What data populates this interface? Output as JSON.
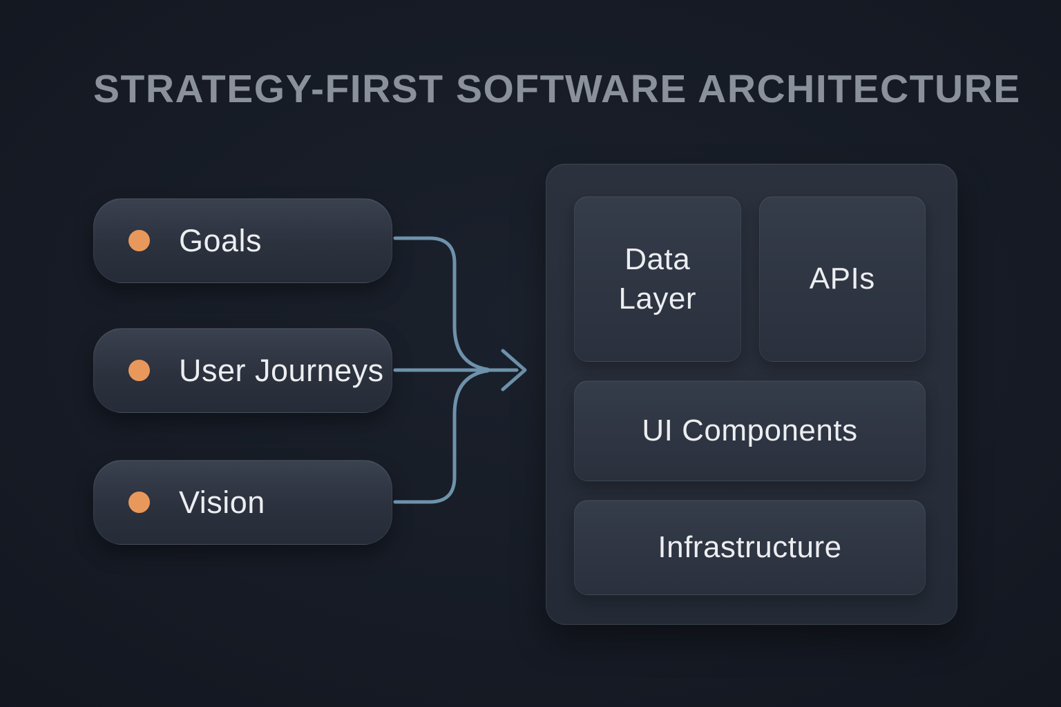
{
  "title": "STRATEGY-FIRST SOFTWARE ARCHITECTURE",
  "strategy_items": [
    {
      "label": "Goals"
    },
    {
      "label": "User Journeys"
    },
    {
      "label": "Vision"
    }
  ],
  "architecture": {
    "boxes": [
      {
        "label": "Data Layer"
      },
      {
        "label": "APIs"
      },
      {
        "label": "UI Components"
      },
      {
        "label": "Infrastructure"
      }
    ]
  },
  "icons": [
    {
      "name": "bullet-dot",
      "shape": "circle"
    },
    {
      "name": "arrow-right",
      "shape": "chevron"
    }
  ],
  "colors": {
    "background": "#161B25",
    "title_text": "#8B919B",
    "label_text": "#ECEEF1",
    "accent_orange": "#E9985B",
    "arrow_blue": "#6E92AB",
    "pill_surface": "#2F3542",
    "panel_surface": "#272D39"
  }
}
